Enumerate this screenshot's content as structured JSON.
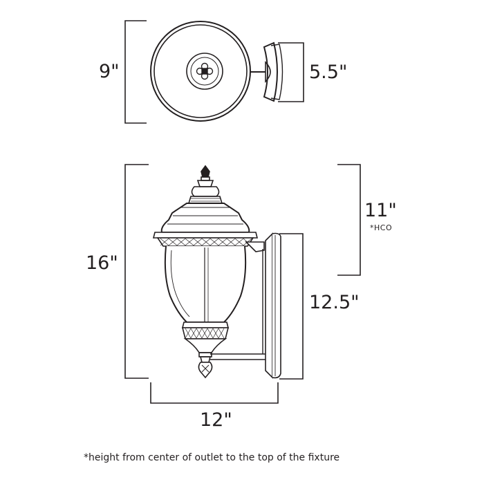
{
  "top_view": {
    "width_label": "9\"",
    "backplate_label": "5.5\""
  },
  "side_view": {
    "height_label": "16\"",
    "hco_label": "11\"",
    "hco_note": "*HCO",
    "backplate_label": "12.5\"",
    "extension_label": "12\""
  },
  "footnote": "*height from center of outlet to the top of the fixture",
  "colors": {
    "line": "#231f20",
    "background": "#ffffff"
  }
}
